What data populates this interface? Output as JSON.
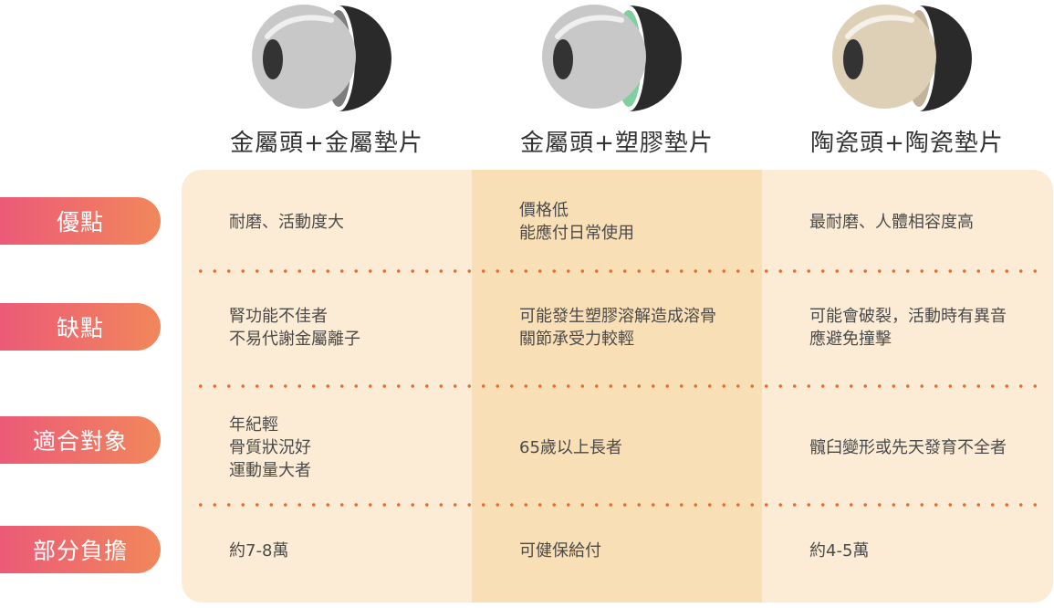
{
  "columns": [
    {
      "title": "金屬頭+金屬墊片",
      "ball_color": "#c8c8c8",
      "liner_color": "#7d7d7d",
      "shell_color": "#2a2a2a"
    },
    {
      "title": "金屬頭+塑膠墊片",
      "ball_color": "#c8c8c8",
      "liner_color": "#7fcf9f",
      "shell_color": "#2a2a2a"
    },
    {
      "title": "陶瓷頭+陶瓷墊片",
      "ball_color": "#ddd0b6",
      "liner_color": "#c2b39a",
      "shell_color": "#2a2a2a"
    }
  ],
  "rows": [
    {
      "label": "優點",
      "cells": [
        [
          "耐磨、活動度大"
        ],
        [
          "價格低",
          "能應付日常使用"
        ],
        [
          "最耐磨、人體相容度高"
        ]
      ]
    },
    {
      "label": "缺點",
      "cells": [
        [
          "腎功能不佳者",
          "不易代謝金屬離子"
        ],
        [
          "可能發生塑膠溶解造成溶骨",
          "關節承受力較輕"
        ],
        [
          "可能會破裂，活動時有異音",
          "應避免撞擊"
        ]
      ]
    },
    {
      "label": "適合對象",
      "cells": [
        [
          "年紀輕",
          "骨質狀況好",
          "運動量大者"
        ],
        [
          "65歲以上長者"
        ],
        [
          "髖臼變形或先天發育不全者"
        ]
      ]
    },
    {
      "label": "部分負擔",
      "cells": [
        [
          "約7-8萬"
        ],
        [
          "可健保給付"
        ],
        [
          "約4-5萬"
        ]
      ]
    }
  ],
  "colors": {
    "label_gradient_start": "#ec5a78",
    "label_gradient_end": "#f1875b",
    "table_bg": "#fcecd6",
    "highlight_col": "#f9dfb6",
    "dot": "#e86a2c"
  }
}
